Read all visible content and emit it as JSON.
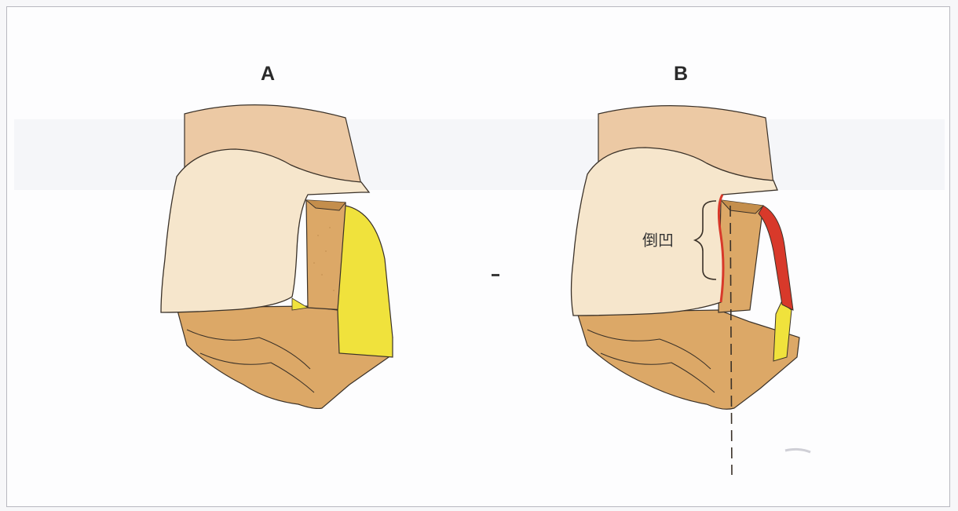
{
  "figure": {
    "panels": [
      {
        "id": "A",
        "label": "A"
      },
      {
        "id": "B",
        "label": "B"
      }
    ],
    "annotation": "倒凹",
    "colors": {
      "root": "#ecc9a4",
      "crown_cut_face": "#f6e6cc",
      "preparation": "#dca867",
      "wall_highlight": "#f0e23c",
      "undercut_marker": "#d8392a",
      "outline": "#3a3128"
    }
  }
}
